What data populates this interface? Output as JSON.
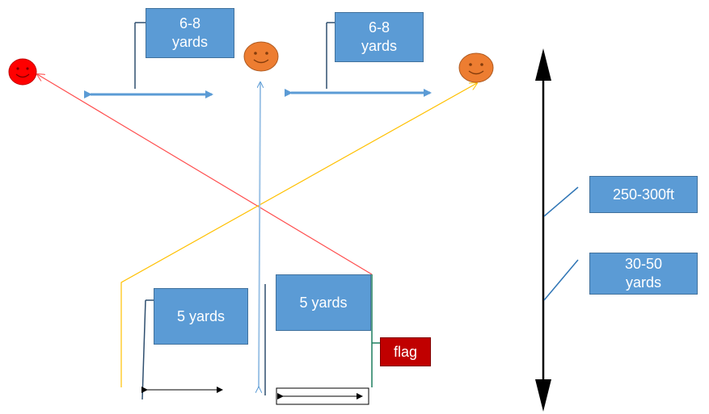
{
  "labels": {
    "top_left_gap": "6-8\nyards",
    "top_right_gap": "6-8\nyards",
    "total_length": "250-300ft",
    "total_length_yards": "30-50\nyards",
    "bottom_left_gap": "5 yards",
    "bottom_center_gap": "5 yards",
    "flag": "flag"
  },
  "colors": {
    "box_fill": "#5b9bd5",
    "red_player": "#ff0000",
    "orange_player": "#ed7d31",
    "flag_fill": "#c00000",
    "red_path": "#ff4d4d",
    "orange_path": "#ffc000",
    "blue_path": "#9dc3e6"
  },
  "icons": {
    "players": [
      "red-smiley-icon",
      "orange-smiley-icon",
      "orange-smiley-icon"
    ]
  }
}
